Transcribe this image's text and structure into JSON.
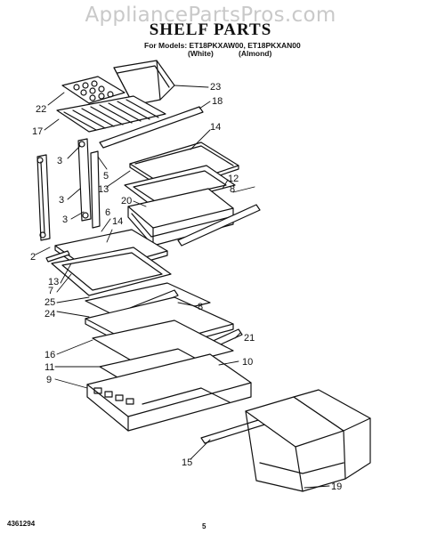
{
  "watermark": "AppliancePartsPros.com",
  "title": "SHELF PARTS",
  "models_line": "For Models: ET18PKXAW00, ET18PKXAN00",
  "variants": [
    "(White)",
    "(Almond)"
  ],
  "callouts": [
    "23",
    "22",
    "18",
    "17",
    "14",
    "3",
    "5",
    "13",
    "12",
    "8",
    "20",
    "3",
    "6",
    "14",
    "3",
    "2",
    "13",
    "7",
    "25",
    "8",
    "24",
    "21",
    "16",
    "11",
    "10",
    "9",
    "15",
    "19"
  ],
  "footer": {
    "doc_number": "4361294",
    "page_number": "5"
  }
}
